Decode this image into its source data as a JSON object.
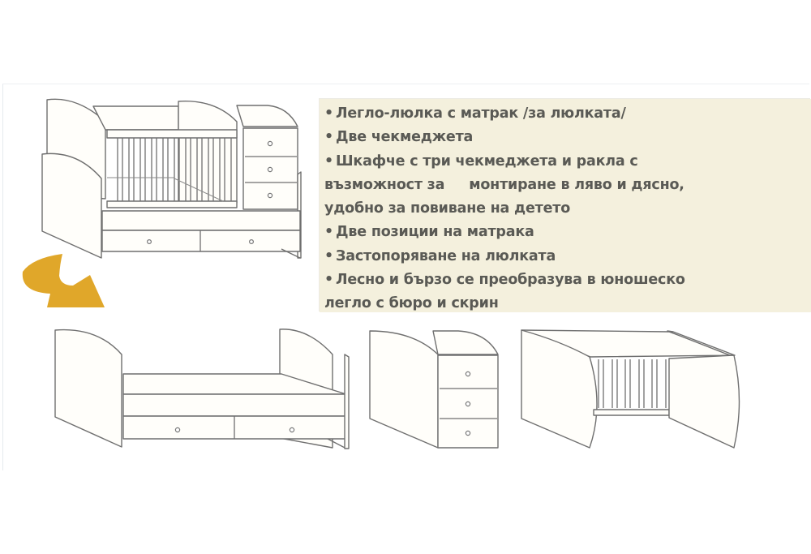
{
  "features": {
    "items": [
      {
        "bullet": "•",
        "text": "Легло-люлка с матрак /за люлката/"
      },
      {
        "bullet": "•",
        "text": "Две чекмеджета"
      },
      {
        "bullet": "•",
        "text": "Шкафче с три чекмеджета и ракла с"
      },
      {
        "bullet": "",
        "text_a": "възможност за",
        "text_b": "монтиране в ляво и дясно,"
      },
      {
        "bullet": "",
        "text": "удобно за повиване на детето"
      },
      {
        "bullet": "•",
        "text": "Две позиции на матрака"
      },
      {
        "bullet": "•",
        "text": "Застопоряване на люлката"
      },
      {
        "bullet": "•",
        "text": "Лесно и бързо се преобразува в юношеско"
      },
      {
        "bullet": "",
        "text": "легло с бюро и скрин"
      }
    ]
  },
  "illustrations": {
    "combined_crib": {
      "label": "crib-with-changing-cabinet",
      "drawers_under": 2,
      "cabinet_drawers": 3
    },
    "transform_arrow": {
      "color": "#e0a72a"
    },
    "youth_bed": {
      "drawers": 2
    },
    "chest": {
      "drawers": 3
    },
    "desk": {
      "slats": 9
    }
  },
  "colors": {
    "panel_bg": "#f4f0dd",
    "text": "#5a5a55",
    "line": "#6f6f6f",
    "arrow": "#e0a72a"
  }
}
